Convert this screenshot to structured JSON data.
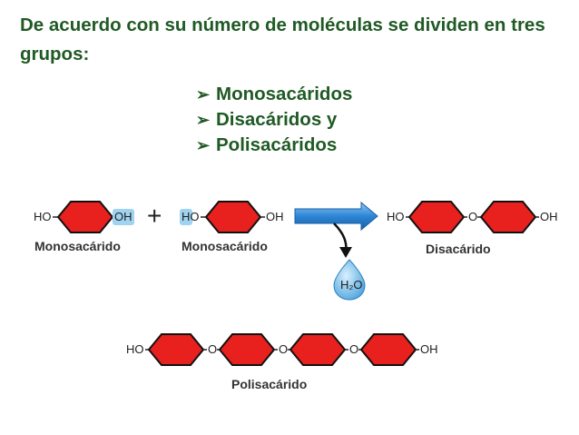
{
  "heading": "De acuerdo con su número de moléculas se dividen en tres grupos:",
  "groups": [
    "Monosacáridos",
    "Disacáridos y",
    "Polisacáridos"
  ],
  "diagram": {
    "mono1": {
      "left": "HO",
      "right": "OH",
      "caption": "Monosacárido"
    },
    "plus": "+",
    "mono2": {
      "left": "HO",
      "right": "OH",
      "caption": "Monosacárido"
    },
    "di": {
      "left": "HO",
      "link": "O",
      "right": "OH",
      "caption": "Disacárido"
    },
    "water": "H₂O",
    "poly": {
      "left": "HO",
      "links": [
        "O",
        "O",
        "O"
      ],
      "right": "OH",
      "caption": "Polisacárido"
    },
    "colors": {
      "ring": "#e8201e",
      "highlight": "#9fd3ef",
      "arrow": "#2d86d6",
      "water": "#5bb0e0"
    }
  }
}
